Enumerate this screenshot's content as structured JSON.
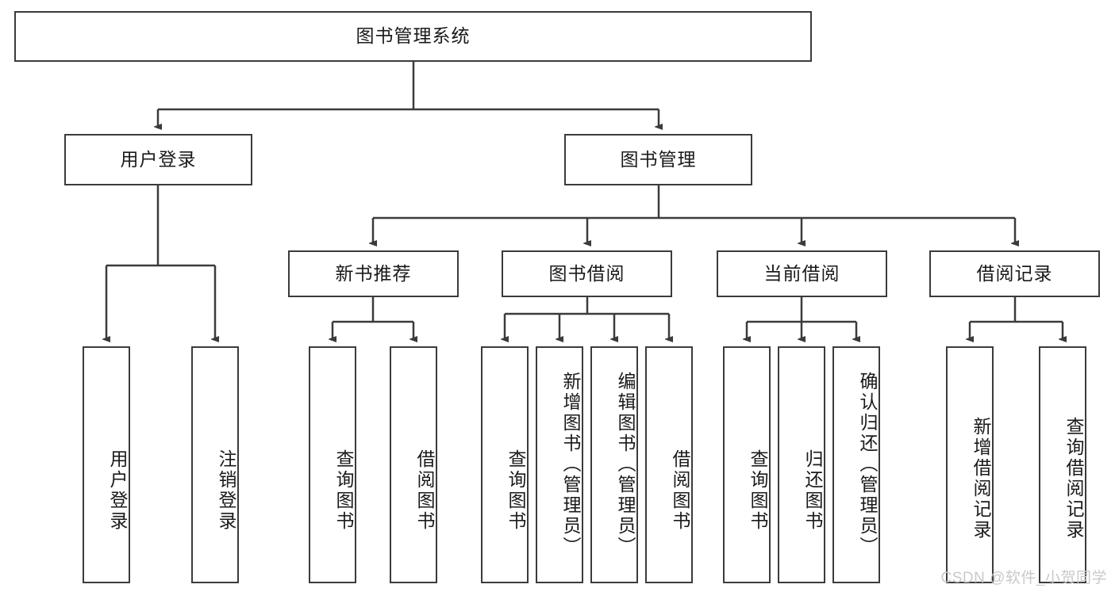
{
  "diagram": {
    "type": "tree-hierarchy",
    "title": "图书管理系统",
    "root": {
      "id": "root",
      "label": "图书管理系统",
      "orientation": "horizontal"
    },
    "level2": [
      {
        "id": "user-login",
        "label": "用户登录",
        "orientation": "horizontal"
      },
      {
        "id": "book-manage",
        "label": "图书管理",
        "orientation": "horizontal"
      }
    ],
    "level3": [
      {
        "id": "new-book-recommend",
        "label": "新书推荐",
        "orientation": "horizontal",
        "parent": "book-manage"
      },
      {
        "id": "book-borrow",
        "label": "图书借阅",
        "orientation": "horizontal",
        "parent": "book-manage"
      },
      {
        "id": "current-borrow",
        "label": "当前借阅",
        "orientation": "horizontal",
        "parent": "book-manage"
      },
      {
        "id": "borrow-record",
        "label": "借阅记录",
        "orientation": "horizontal",
        "parent": "book-manage"
      }
    ],
    "leaves": [
      {
        "id": "leaf-user-login",
        "label": "用户登录",
        "parent": "user-login",
        "orientation": "vertical"
      },
      {
        "id": "leaf-user-logout",
        "label": "注销登录",
        "parent": "user-login",
        "orientation": "vertical"
      },
      {
        "id": "leaf-query-book-1",
        "label": "查询图书",
        "parent": "new-book-recommend",
        "orientation": "vertical"
      },
      {
        "id": "leaf-borrow-book-1",
        "label": "借阅图书",
        "parent": "new-book-recommend",
        "orientation": "vertical"
      },
      {
        "id": "leaf-query-book-2",
        "label": "查询图书",
        "parent": "book-borrow",
        "orientation": "vertical"
      },
      {
        "id": "leaf-add-book",
        "label": "新增图书（管理员）",
        "parent": "book-borrow",
        "orientation": "vertical"
      },
      {
        "id": "leaf-edit-book",
        "label": "编辑图书（管理员）",
        "parent": "book-borrow",
        "orientation": "vertical"
      },
      {
        "id": "leaf-borrow-book-2",
        "label": "借阅图书",
        "parent": "book-borrow",
        "orientation": "vertical"
      },
      {
        "id": "leaf-query-book-3",
        "label": "查询图书",
        "parent": "current-borrow",
        "orientation": "vertical"
      },
      {
        "id": "leaf-return-book",
        "label": "归还图书",
        "parent": "current-borrow",
        "orientation": "vertical"
      },
      {
        "id": "leaf-confirm-return",
        "label": "确认归还（管理员）",
        "parent": "current-borrow",
        "orientation": "vertical"
      },
      {
        "id": "leaf-add-record",
        "label": "新增借阅记录",
        "parent": "borrow-record",
        "orientation": "vertical"
      },
      {
        "id": "leaf-query-record",
        "label": "查询借阅记录",
        "parent": "borrow-record",
        "orientation": "vertical"
      }
    ],
    "colors": {
      "stroke": "#3b3b3b",
      "fill": "#ffffff",
      "text": "#1a1a1a",
      "watermark": "#c9c9c9"
    }
  },
  "watermark": {
    "text": "CSDN @软件_小贺同学"
  }
}
